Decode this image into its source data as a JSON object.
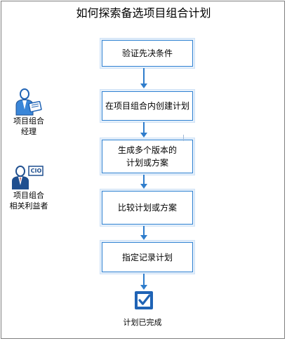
{
  "title": "如何探索备选项目组合计划",
  "roles": [
    {
      "line1": "项目组合",
      "line2": "经理",
      "icon": "manager-person-icon"
    },
    {
      "line1": "项目组合",
      "line2": "相关利益者",
      "icon": "cio-person-icon",
      "badge": "CIO"
    }
  ],
  "steps": [
    {
      "line1": "验证先决条件",
      "line2": ""
    },
    {
      "line1": "在项目组合内创建计划",
      "line2": ""
    },
    {
      "line1": "生成多个版本的",
      "line2": "计划或方案"
    },
    {
      "line1": "比较计划或方案",
      "line2": ""
    },
    {
      "line1": "指定记录计划",
      "line2": ""
    }
  ],
  "end": {
    "label": "计划已完成",
    "icon": "checkbox-complete-icon"
  },
  "colors": {
    "border": "#2f82d2",
    "arrow": "#2f7dcc",
    "icon_blue": "#1f63b5"
  }
}
